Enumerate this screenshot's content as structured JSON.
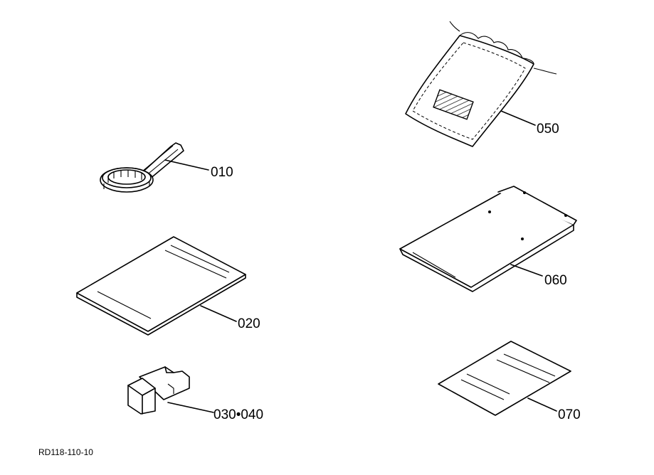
{
  "parts": [
    {
      "id": "010",
      "label": "010",
      "item": "wrench"
    },
    {
      "id": "020",
      "label": "020",
      "item": "manual"
    },
    {
      "id": "030-040",
      "label": "030•040",
      "item": "plug"
    },
    {
      "id": "050",
      "label": "050",
      "item": "bag"
    },
    {
      "id": "060",
      "label": "060",
      "item": "plate"
    },
    {
      "id": "070",
      "label": "070",
      "item": "sheet"
    }
  ],
  "drawing_code": "RD118-110-10",
  "colors": {
    "line": "#000000",
    "background": "#ffffff"
  }
}
